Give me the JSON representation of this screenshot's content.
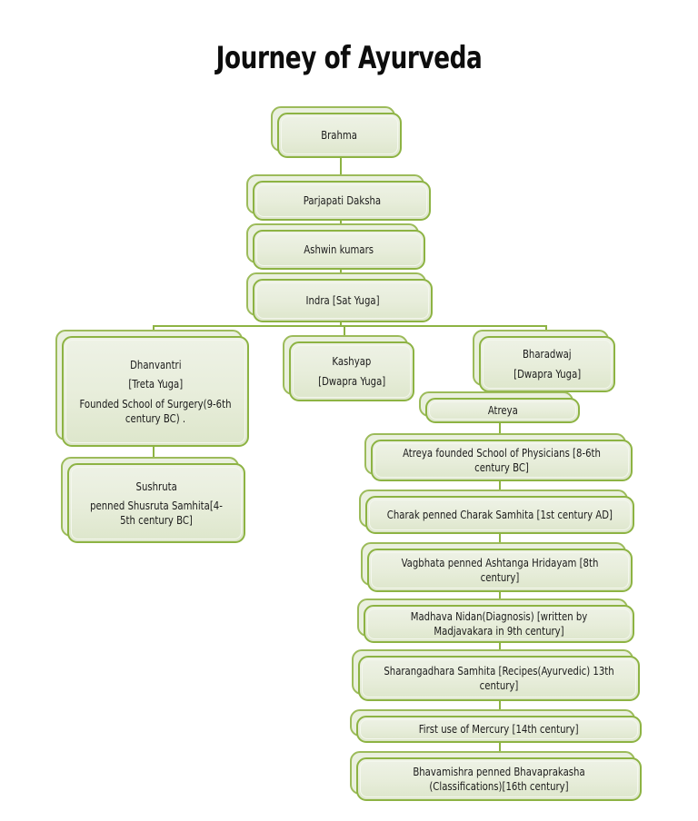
{
  "title": "Journey of Ayurveda",
  "theme": {
    "border": "#8db343",
    "back_border": "#9cbb5a",
    "fill_top": "#eef2e6",
    "fill_bottom": "#dde6cb",
    "text": "#1b1b1b",
    "background": "#ffffff"
  },
  "chart_data": {
    "type": "diagram",
    "diagram_type": "flowchart",
    "title": "Journey of Ayurveda",
    "orientation": "top-down",
    "nodes": [
      {
        "id": "brahma",
        "label": "Brahma"
      },
      {
        "id": "parjapati",
        "label": "Parjapati Daksha"
      },
      {
        "id": "ashwin",
        "label": "Ashwin kumars"
      },
      {
        "id": "indra",
        "label": "Indra [Sat Yuga]"
      },
      {
        "id": "dhanvantri",
        "label": "Dhanvantri"
      },
      {
        "id": "kashyap",
        "label": "Kashyap"
      },
      {
        "id": "bharadwaj",
        "label": "Bharadwaj"
      },
      {
        "id": "sushruta",
        "label": "Sushruta"
      },
      {
        "id": "atreya",
        "label": "Atreya"
      },
      {
        "id": "physicians",
        "label": "Atreya founded School of Physicians [8-6th century BC]"
      },
      {
        "id": "charak",
        "label": "Charak penned Charak Samhita [1st century AD]"
      },
      {
        "id": "vagbhata",
        "label": "Vagbhata penned Ashtanga Hridayam [8th century]"
      },
      {
        "id": "madhava",
        "label": "Madhava Nidan(Diagnosis) [written by Madjavakara in 9th century]"
      },
      {
        "id": "sharangadhara",
        "label": "Sharangadhara Samhita [Recipes(Ayurvedic) 13th century]"
      },
      {
        "id": "mercury",
        "label": "First use of Mercury [14th century]"
      },
      {
        "id": "bhavamishra",
        "label": "Bhavamishra penned Bhavaprakasha (Classifications)[16th century]"
      }
    ],
    "edges": [
      {
        "from": "brahma",
        "to": "parjapati"
      },
      {
        "from": "parjapati",
        "to": "ashwin"
      },
      {
        "from": "ashwin",
        "to": "indra"
      },
      {
        "from": "indra",
        "to": "dhanvantri"
      },
      {
        "from": "indra",
        "to": "kashyap"
      },
      {
        "from": "indra",
        "to": "bharadwaj"
      },
      {
        "from": "dhanvantri",
        "to": "sushruta"
      },
      {
        "from": "bharadwaj",
        "to": "atreya"
      },
      {
        "from": "atreya",
        "to": "physicians"
      },
      {
        "from": "physicians",
        "to": "charak"
      },
      {
        "from": "charak",
        "to": "vagbhata"
      },
      {
        "from": "vagbhata",
        "to": "madhava"
      },
      {
        "from": "madhava",
        "to": "sharangadhara"
      },
      {
        "from": "sharangadhara",
        "to": "mercury"
      },
      {
        "from": "mercury",
        "to": "bhavamishra"
      }
    ]
  },
  "nodes": {
    "brahma": {
      "line1": "Brahma"
    },
    "parjapati": {
      "line1": "Parjapati Daksha"
    },
    "ashwin": {
      "line1": "Ashwin kumars"
    },
    "indra": {
      "line1": "Indra [Sat Yuga]"
    },
    "dhanvantri": {
      "line1": "Dhanvantri",
      "line2": "[Treta Yuga]",
      "line3": "Founded School of Surgery(9-6th century BC) ."
    },
    "kashyap": {
      "line1": "Kashyap",
      "line2": "[Dwapra Yuga]"
    },
    "bharadwaj": {
      "line1": "Bharadwaj",
      "line2": "[Dwapra Yuga]"
    },
    "sushruta": {
      "line1": "Sushruta",
      "line2": "penned Shusruta Samhita[4-5th century BC]"
    },
    "atreya": {
      "line1": "Atreya"
    },
    "physicians": {
      "line1": "Atreya founded School of Physicians [8-6th century BC]"
    },
    "charak": {
      "line1": "Charak penned Charak Samhita [1st century AD]"
    },
    "vagbhata": {
      "line1": "Vagbhata penned Ashtanga Hridayam [8th century]"
    },
    "madhava": {
      "line1": "Madhava Nidan(Diagnosis) [written by Madjavakara in 9th century]"
    },
    "sharangadhara": {
      "line1": "Sharangadhara Samhita [Recipes(Ayurvedic) 13th century]"
    },
    "mercury": {
      "line1": "First use of Mercury [14th century]"
    },
    "bhavamishra": {
      "line1": "Bhavamishra penned Bhavaprakasha (Classifications)[16th century]"
    }
  }
}
